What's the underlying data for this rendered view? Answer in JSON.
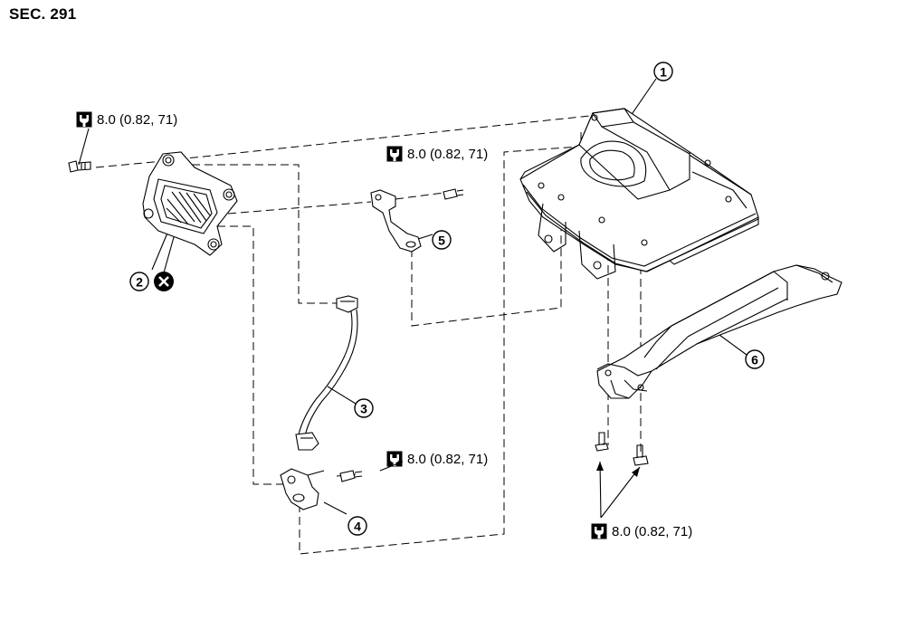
{
  "section": {
    "title": "SEC. 291"
  },
  "torque_labels": [
    {
      "id": "t1",
      "value": "8.0 (0.82, 71)"
    },
    {
      "id": "t2",
      "value": "8.0 (0.82, 71)"
    },
    {
      "id": "t3",
      "value": "8.0 (0.82, 71)"
    },
    {
      "id": "t4",
      "value": "8.0 (0.82, 71)"
    }
  ],
  "callouts": [
    {
      "id": "c1",
      "number": "1"
    },
    {
      "id": "c2",
      "number": "2"
    },
    {
      "id": "c3",
      "number": "3"
    },
    {
      "id": "c4",
      "number": "4"
    },
    {
      "id": "c5",
      "number": "5"
    },
    {
      "id": "c6",
      "number": "6"
    }
  ],
  "icons": {
    "torque": "torque-wrench-icon",
    "do_not_reuse": "do-not-reuse-icon"
  }
}
